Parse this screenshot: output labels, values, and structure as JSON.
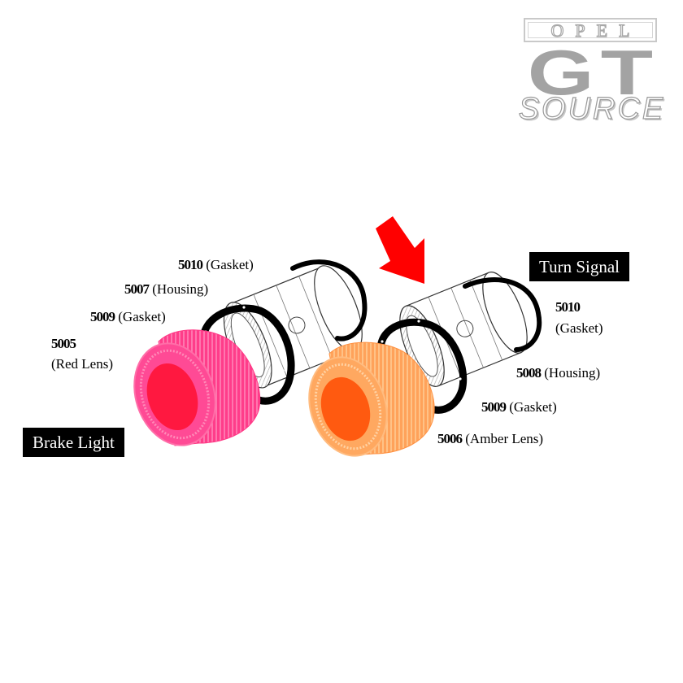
{
  "logo": {
    "line1": "OPEL",
    "line2": "GT",
    "line3": "SOURCE"
  },
  "tags": {
    "brake_light": "Brake Light",
    "turn_signal": "Turn Signal"
  },
  "parts": {
    "left": [
      {
        "number": "5010",
        "name": "(Gasket)"
      },
      {
        "number": "5007",
        "name": "(Housing)"
      },
      {
        "number": "5009",
        "name": "(Gasket)"
      },
      {
        "number": "5005",
        "name": "(Red Lens)"
      }
    ],
    "right": [
      {
        "number": "5010",
        "name": "(Gasket)"
      },
      {
        "number": "5008",
        "name": "(Housing)"
      },
      {
        "number": "5009",
        "name": "(Gasket)"
      },
      {
        "number": "5006",
        "name": "(Amber Lens)"
      }
    ]
  },
  "colors": {
    "red_lens": "#ff2e7e",
    "red_lens_inner": "#ff1840",
    "amber_lens": "#ff9a45",
    "amber_lens_inner": "#ff5a10",
    "arrow": "#ff0000",
    "logo_gray": "#a3a3a3",
    "tag_bg": "#000000"
  },
  "annotations": {
    "arrow": "pointer-arrow"
  }
}
